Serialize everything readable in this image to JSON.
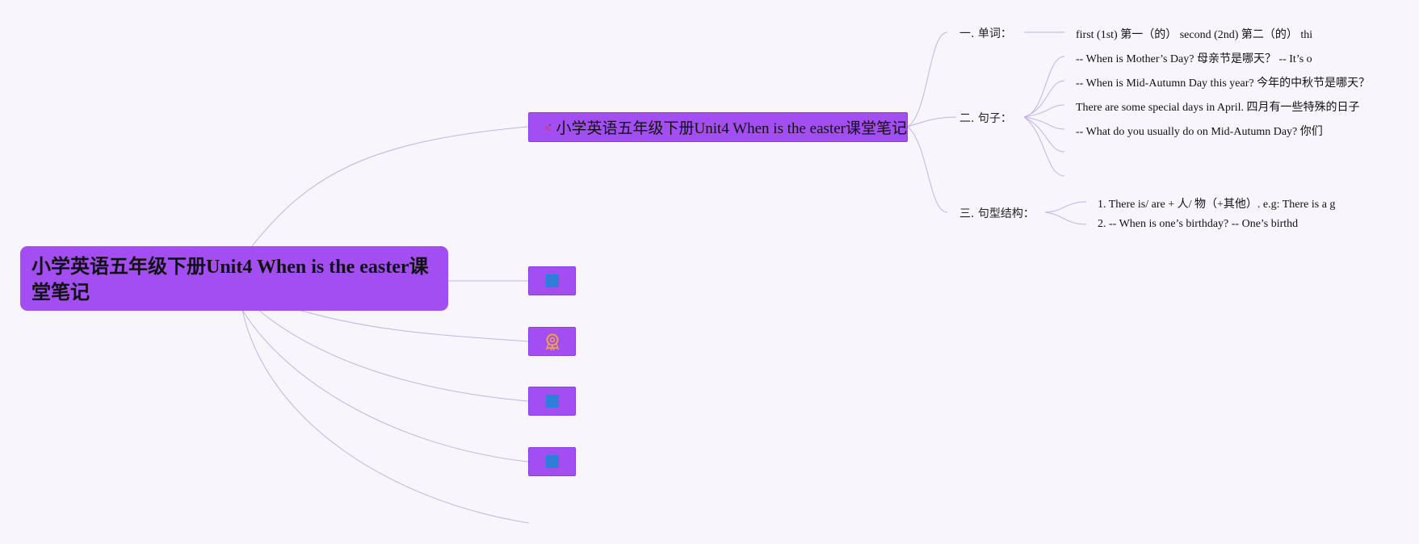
{
  "root": {
    "title": "小学英语五年级下册Unit4 When is the easter课堂笔记"
  },
  "branch": {
    "title": "小学英语五年级下册Unit4 When is the easter课堂笔记",
    "icon": "tools-icon"
  },
  "sections": [
    {
      "label": "一. 单词：",
      "items": [
        "first (1st) 第一（的） second (2nd) 第二（的） thi"
      ]
    },
    {
      "label": "二. 句子：",
      "items": [
        "-- When is Mother’s Day? 母亲节是哪天？ -- It’s o",
        "-- When is Mid-Autumn Day this year? 今年的中秋节是哪天？",
        "There are some special days in April. 四月有一些特殊的日子",
        "-- What do you usually do on Mid-Autumn Day? 你们"
      ]
    },
    {
      "label": "三. 句型结构：",
      "items": [
        "1. There is/ are + 人/ 物（+其他）. e.g: There is a g",
        "2. -- When is one’s birthday? -- One’s birthd"
      ]
    }
  ],
  "chips": [
    {
      "icon": "blue-square-icon"
    },
    {
      "icon": "medal-icon"
    },
    {
      "icon": "blue-square-icon"
    },
    {
      "icon": "blue-square-icon"
    }
  ],
  "colors": {
    "background": "#f8f5fc",
    "node_fill": "#a24ef0",
    "edge": "#c3b3e6",
    "square_icon": "#2e7fd8",
    "medal_icon": "#f0a24a"
  }
}
